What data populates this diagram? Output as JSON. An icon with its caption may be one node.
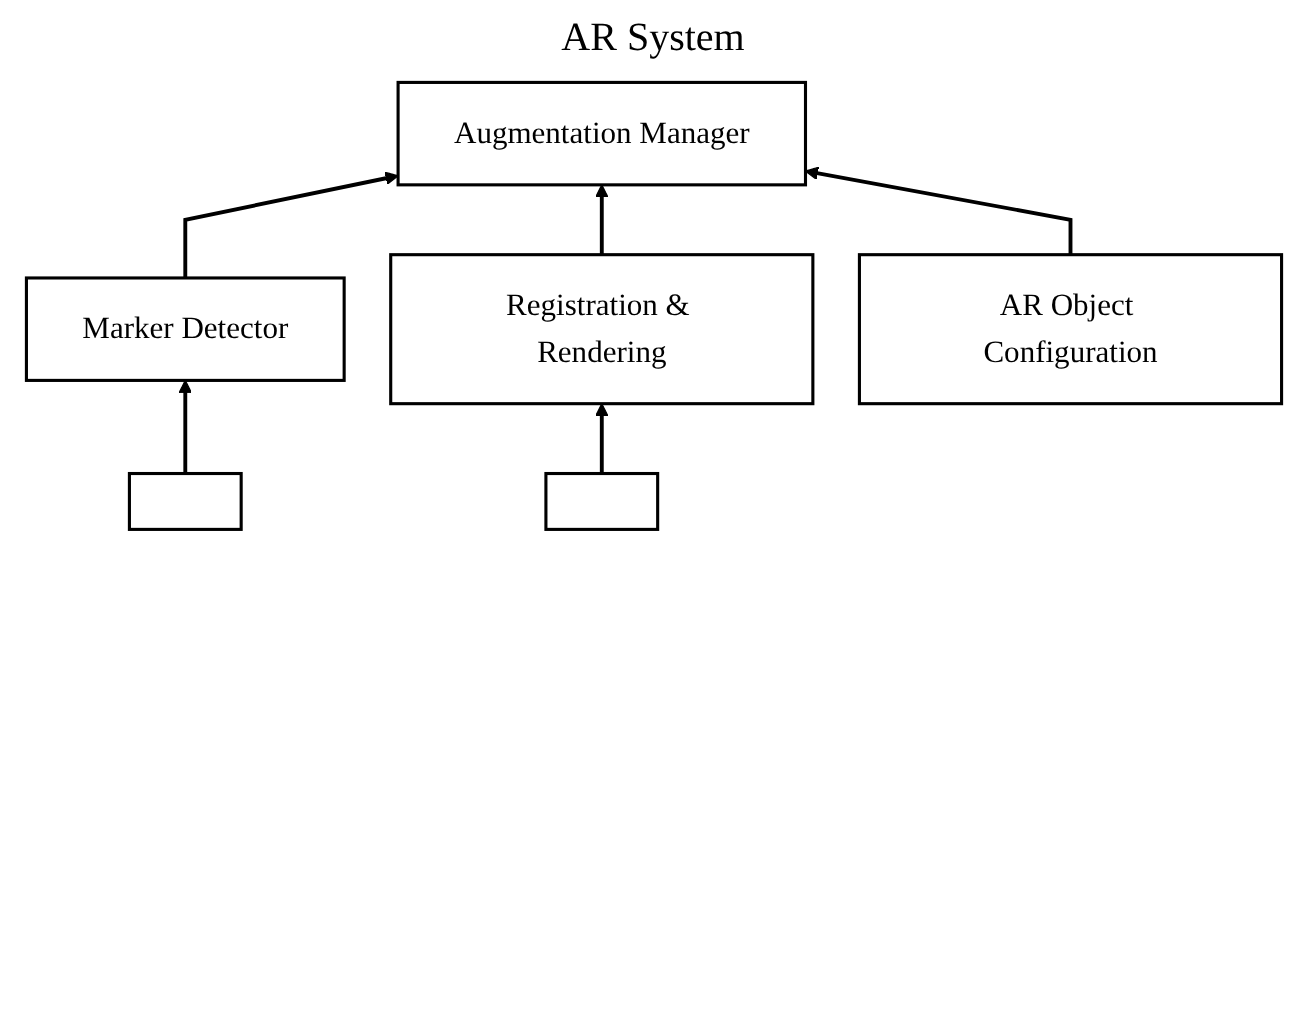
{
  "diagram": {
    "title": "AR System",
    "nodes": [
      {
        "text": [
          "Augmentation Manager"
        ]
      },
      {
        "text": [
          "Marker Detector"
        ]
      },
      {
        "text": [
          "Registration & Rendering"
        ]
      },
      {
        "text": [
          "AR Object Configuration"
        ]
      },
      {
        "text": [],
        "shape": "box"
      },
      {
        "text": [],
        "shape": "box"
      }
    ],
    "edges": [
      {
        "from": 1,
        "to": 0,
        "arrow": "to"
      },
      {
        "from": 2,
        "to": 0,
        "arrow": "to"
      },
      {
        "from": 3,
        "to": 0,
        "arrow": "to"
      },
      {
        "from": 4,
        "to": 1,
        "arrow": "to"
      },
      {
        "from": 5,
        "to": 2,
        "arrow": "to"
      }
    ]
  }
}
